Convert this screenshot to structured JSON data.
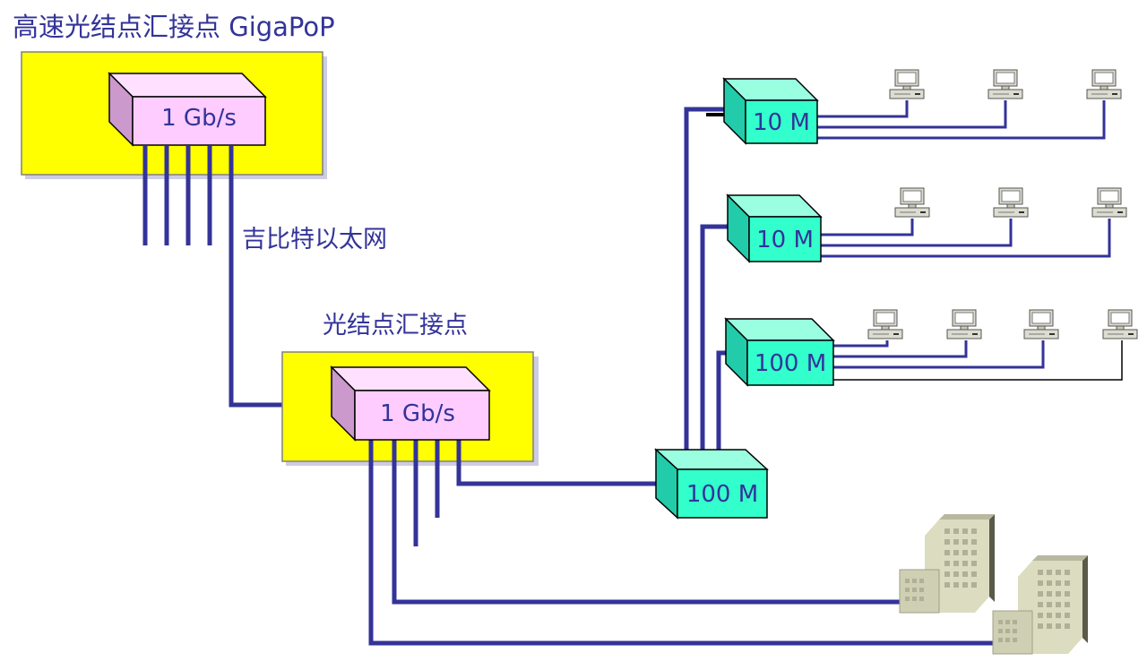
{
  "title": "高速光结点汇接点 GigaPoP",
  "ethernet_label": "吉比特以太网",
  "aggregation_label": "光结点汇接点",
  "gigapop_switch": {
    "label": "1 Gb/s"
  },
  "aggregation_switch": {
    "label": "1 Gb/s"
  },
  "distribution_switch": {
    "label": "100 M"
  },
  "edge_switches": [
    {
      "label": "10 M",
      "computers": 3
    },
    {
      "label": "10 M",
      "computers": 3
    },
    {
      "label": "100 M",
      "computers": 4
    }
  ],
  "buildings": 2,
  "colors": {
    "background": "#ffffff",
    "site_fill": "#ffff00",
    "gigabit_switch": "#ffccff",
    "fast_switch": "#33ffcc",
    "link": "#333399",
    "text": "#333399",
    "building": "#d8d8b8"
  }
}
